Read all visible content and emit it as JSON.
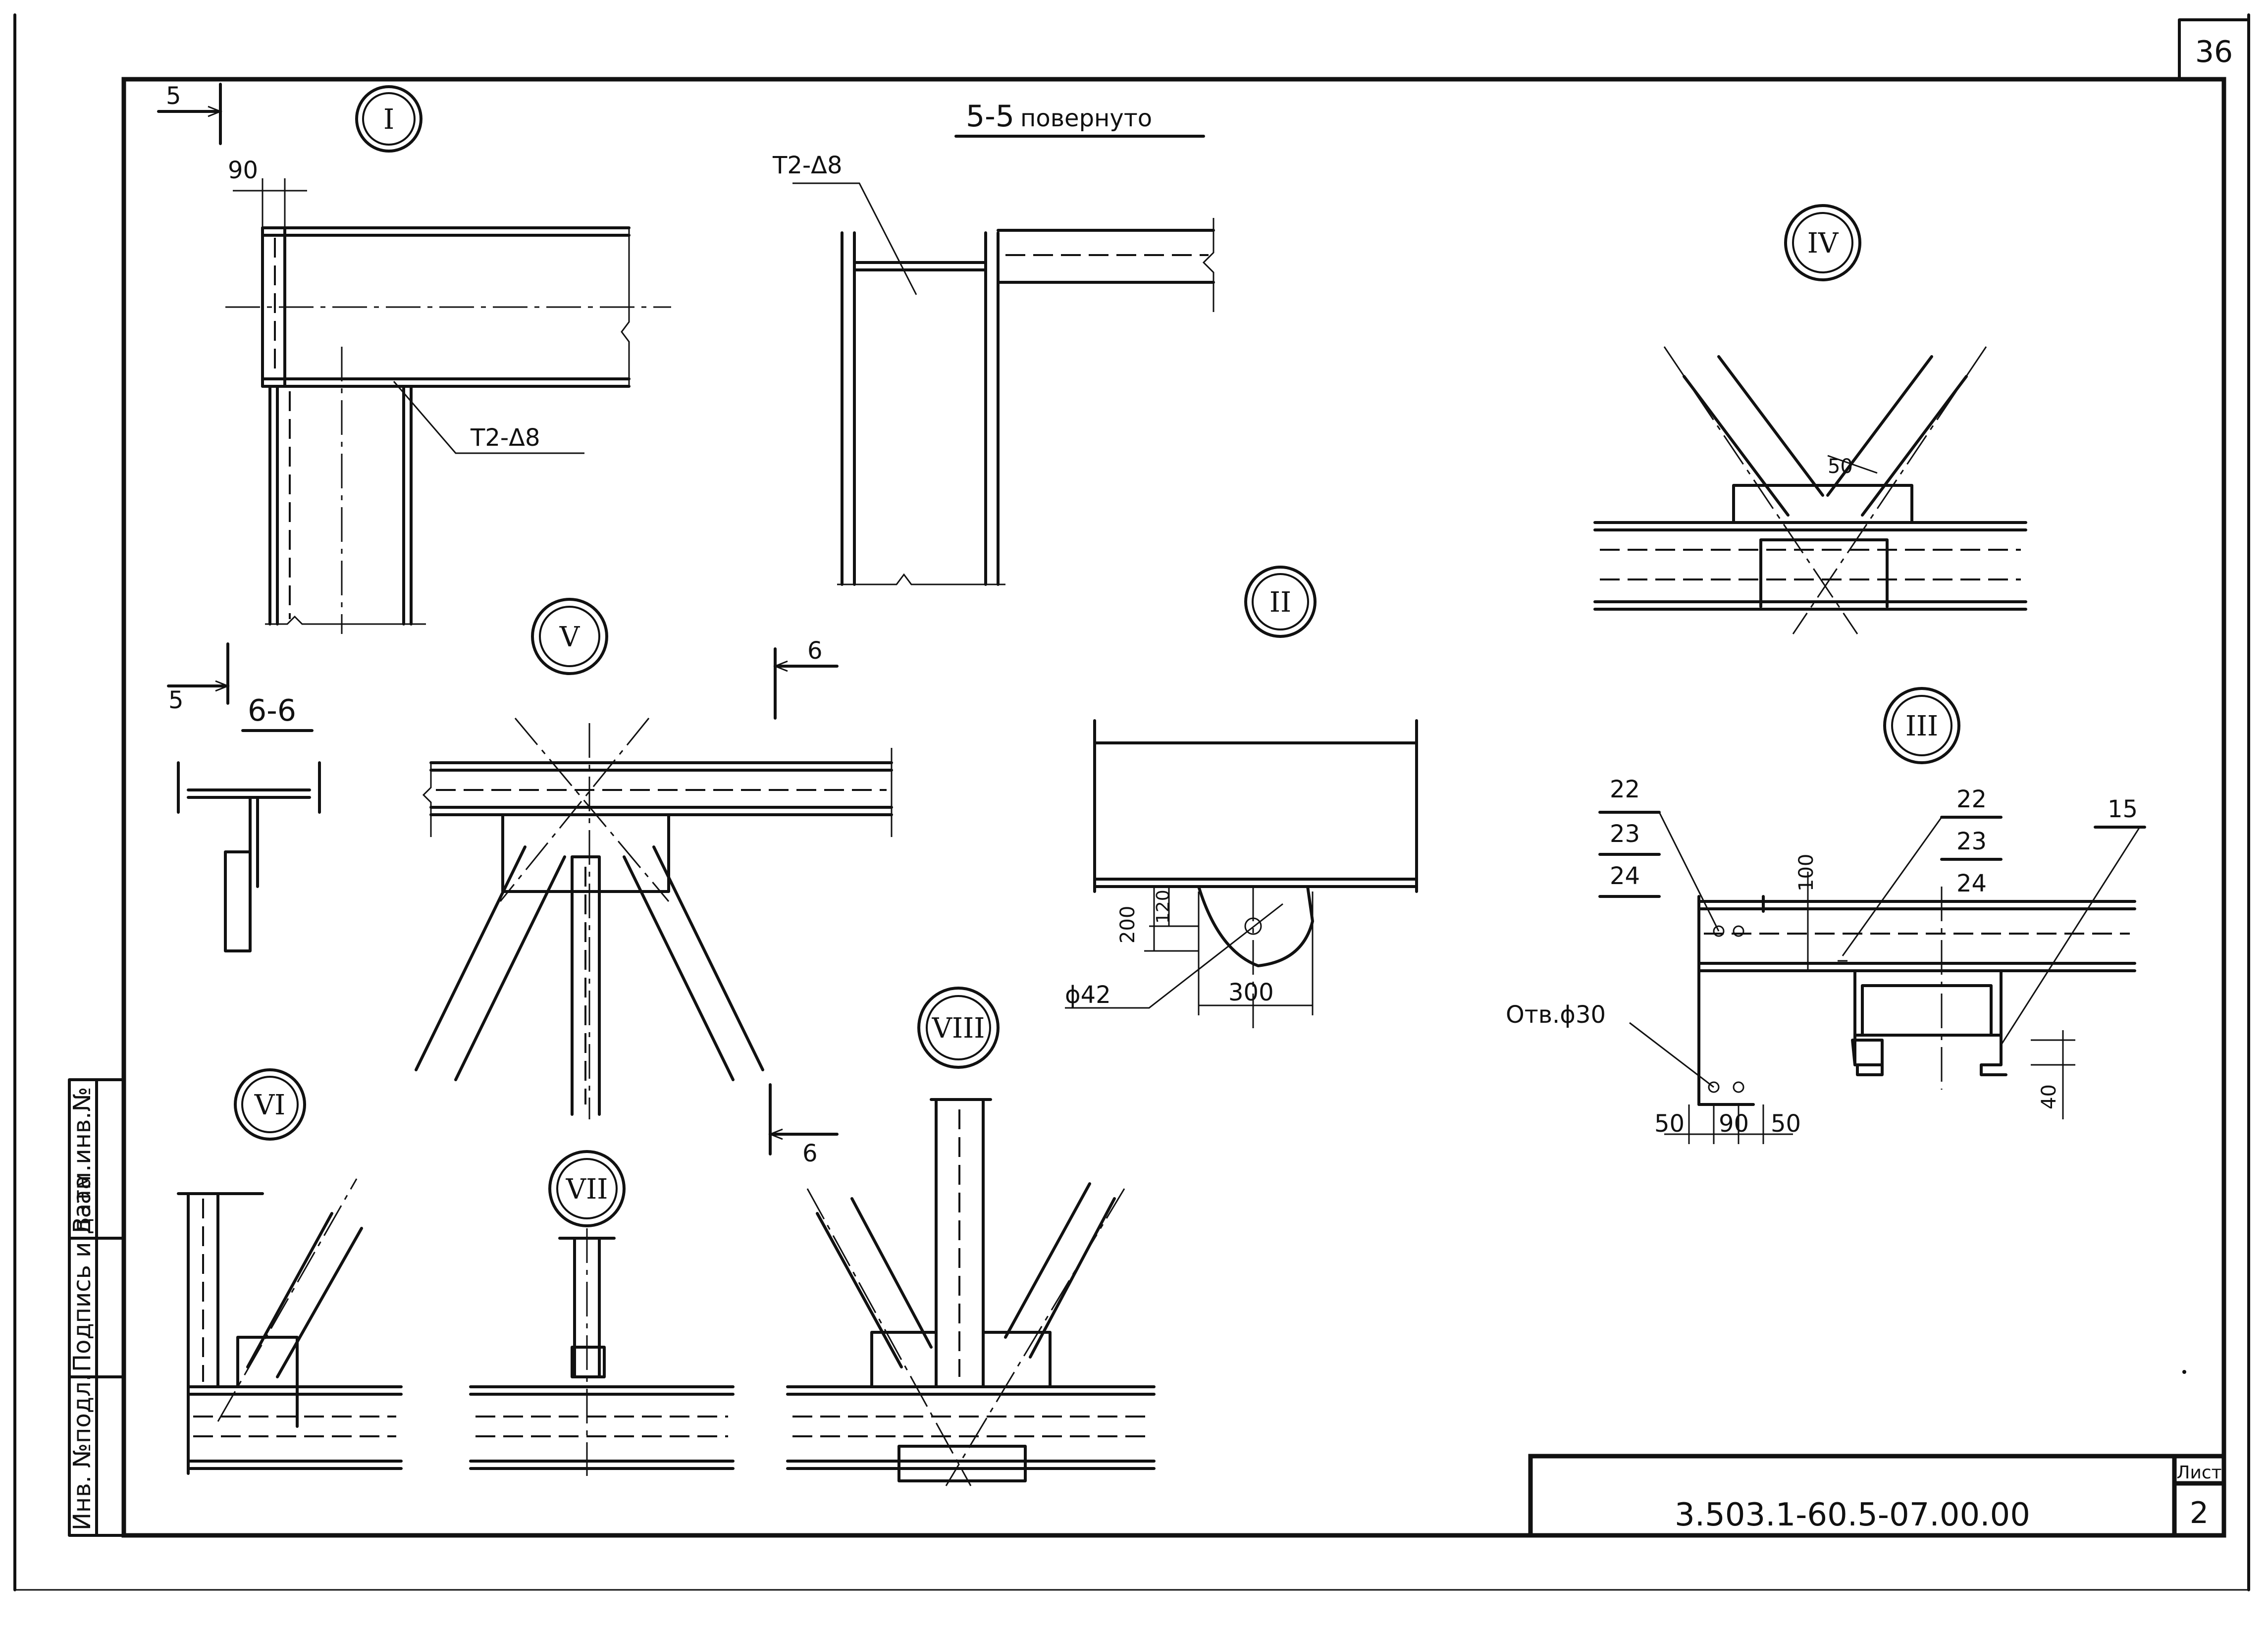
{
  "sheet": {
    "page_number": "36",
    "list_header": "Лист",
    "list_number": "2",
    "designation": "3.503.1-60.5-07.00.00"
  },
  "side_stamp": {
    "inv_podl": "Инв. №подл.",
    "podpis_data": "Подпись и дата",
    "vzam_inv": "Взам.инв.№"
  },
  "section_55": {
    "title": "5-5",
    "subtitle": "повернуто",
    "weld": "Т2-Δ8"
  },
  "section_66": {
    "title": "6-6"
  },
  "cuts": {
    "cut5": "5",
    "cut6": "6"
  },
  "node1": {
    "roman": "I",
    "dim_90": "90",
    "weld": "Т2-Δ8"
  },
  "node2": {
    "roman": "II",
    "dim_200": "200",
    "dim_120": "120",
    "dim_300": "300",
    "hole": "ϕ42"
  },
  "node3": {
    "roman": "III",
    "pos_left": [
      "22",
      "23",
      "24"
    ],
    "pos_mid": [
      "22",
      "23",
      "24"
    ],
    "pos_right": "15",
    "dim_100": "100",
    "dim_40": "40",
    "hole": "Отв.ϕ30",
    "dims_bottom": [
      "50",
      "90",
      "50"
    ]
  },
  "node4": {
    "roman": "IV",
    "dim_50": "50"
  },
  "node5": {
    "roman": "V"
  },
  "node6": {
    "roman": "VI"
  },
  "node7": {
    "roman": "VII"
  },
  "node8": {
    "roman": "VIII"
  }
}
